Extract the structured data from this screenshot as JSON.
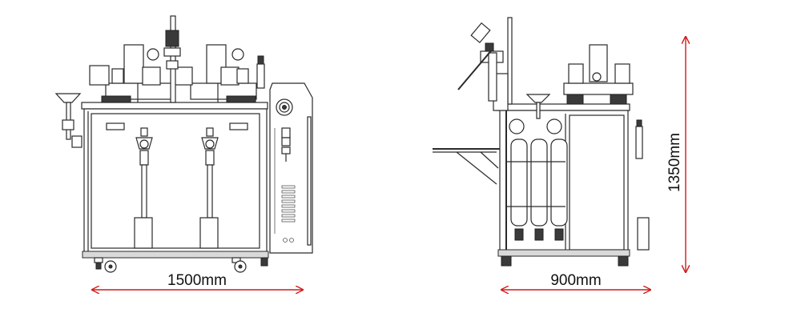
{
  "front_view": {
    "width_label": "1500mm"
  },
  "side_view": {
    "depth_label": "900mm",
    "height_label": "1350mm"
  },
  "colors": {
    "dimension_line": "#d11a1a",
    "drawing_line": "#2a2a2a"
  }
}
